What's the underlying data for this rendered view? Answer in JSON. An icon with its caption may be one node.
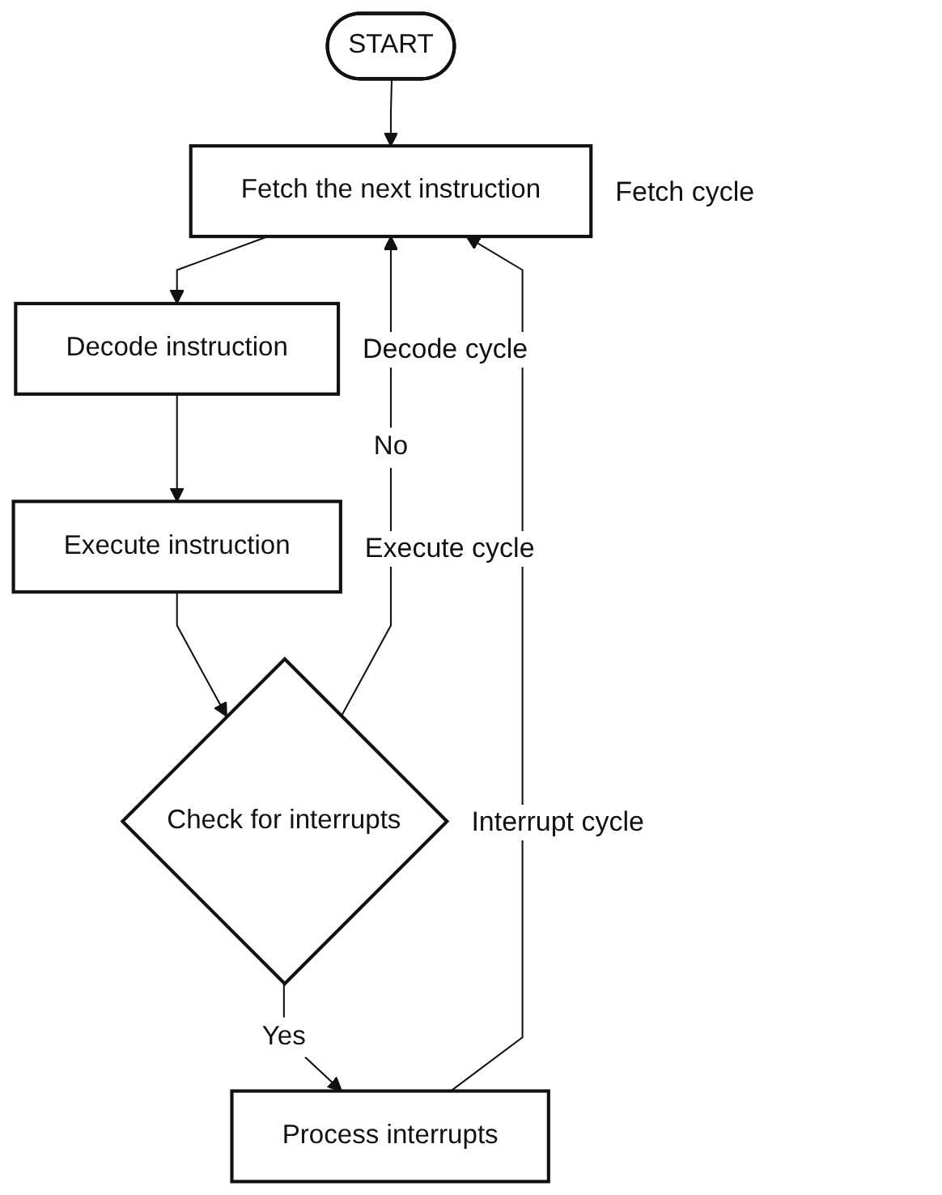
{
  "diagram": {
    "nodes": [
      {
        "text": [
          "START"
        ]
      },
      {
        "text": [
          "Fetch the next instruction"
        ],
        "beside": [
          "Fetch cycle"
        ]
      },
      {
        "text": [
          "Decode instruction"
        ],
        "beside": [
          "Decode cycle"
        ]
      },
      {
        "text": [
          "Execute instruction"
        ],
        "beside": [
          "Execute cycle"
        ]
      },
      {
        "text": [
          "Check for interrupts"
        ],
        "beside": [
          "Interrupt cycle"
        ]
      },
      {
        "text": [
          "Process interrupts"
        ]
      }
    ],
    "edges": [
      {
        "from": 0,
        "to": 1,
        "arrow": "to"
      },
      {
        "from": 1,
        "to": 2,
        "arrow": "to"
      },
      {
        "from": 2,
        "to": 3,
        "arrow": "to"
      },
      {
        "from": 3,
        "to": 4,
        "arrow": "to"
      },
      {
        "from": 4,
        "to": 1,
        "arrow": "to",
        "label": "No"
      },
      {
        "from": 4,
        "to": 5,
        "arrow": "to",
        "label": "Yes"
      },
      {
        "from": 5,
        "to": 1,
        "arrow": "to"
      }
    ]
  }
}
